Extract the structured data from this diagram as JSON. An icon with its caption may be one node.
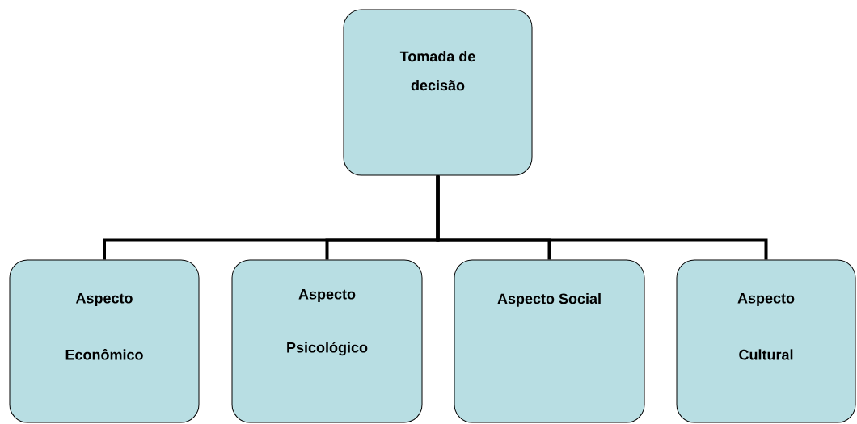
{
  "diagram": {
    "nodes": [
      {
        "text": [
          "Tomada de decisão"
        ]
      },
      {
        "text": [
          "Aspecto Econômico"
        ]
      },
      {
        "text": [
          "Aspecto Psicológico"
        ]
      },
      {
        "text": [
          "Aspecto Social"
        ]
      },
      {
        "text": [
          "Aspecto Cultural"
        ]
      }
    ],
    "edges": [
      {
        "from": 0,
        "to": 1,
        "arrow": "none"
      },
      {
        "from": 0,
        "to": 2,
        "arrow": "none"
      },
      {
        "from": 0,
        "to": 3,
        "arrow": "none"
      },
      {
        "from": 0,
        "to": 4,
        "arrow": "none"
      }
    ]
  }
}
